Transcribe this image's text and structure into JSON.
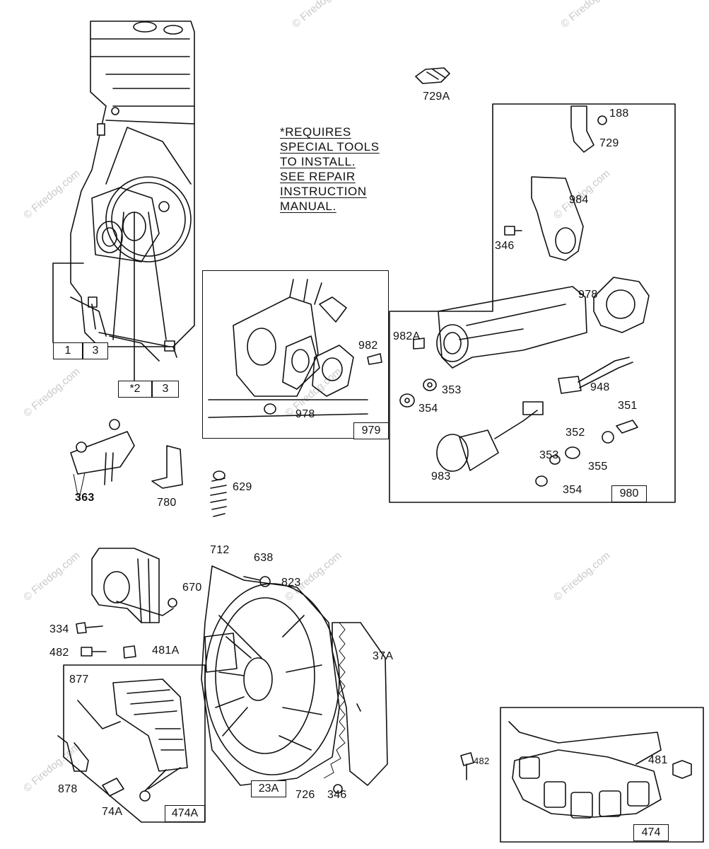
{
  "note": {
    "lines": [
      "*REQUIRES",
      "SPECIAL TOOLS",
      "TO INSTALL.",
      "SEE REPAIR",
      "INSTRUCTION",
      "MANUAL."
    ]
  },
  "watermark": "© Firedog.com",
  "group_tags": {
    "t1": "1",
    "t3a": "3",
    "t2": "*2",
    "t3b": "3",
    "t979": "979",
    "t980": "980",
    "t474A": "474A",
    "t23A": "23A",
    "t474": "474"
  },
  "parts": {
    "p729A": "729A",
    "p188": "188",
    "p729": "729",
    "p984": "984",
    "p346a": "346",
    "p978a": "978",
    "p982A": "982A",
    "p353a": "353",
    "p354a": "354",
    "p948": "948",
    "p351": "351",
    "p352": "352",
    "p353b": "353",
    "p355": "355",
    "p983": "983",
    "p354b": "354",
    "p982": "982",
    "p978b": "978",
    "p363": "363",
    "p780": "780",
    "p629": "629",
    "p712": "712",
    "p638": "638",
    "p823": "823",
    "p670": "670",
    "p334": "334",
    "p482a": "482",
    "p481A": "481A",
    "p37A": "37A",
    "p877": "877",
    "p878": "878",
    "p74A": "74A",
    "p726": "726",
    "p346b": "346",
    "p482b": "482",
    "p481": "481"
  }
}
